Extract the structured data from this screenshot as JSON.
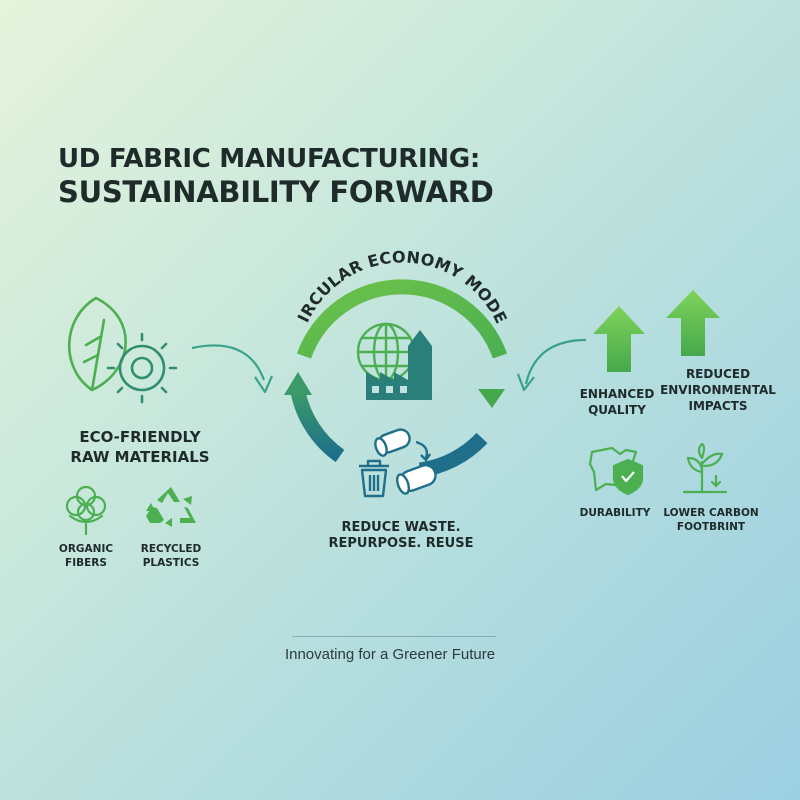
{
  "header": {
    "title_line1": "UD FABRIC MANUFACTURING:",
    "title_line2": "SUSTAINABILITY FORWARD"
  },
  "left": {
    "heading": "ECO-FRIENDLY\nRAW MATERIALS",
    "items": [
      {
        "label": "ORGANIC\nFIBERS",
        "icon": "cotton-icon"
      },
      {
        "label": "RECYCLED\nPLASTICS",
        "icon": "recycle-icon"
      }
    ],
    "icon": "leaf-gear-icon"
  },
  "center": {
    "arc_title": "CIRCULAR ECONOMY MODEL",
    "caption": "REDUCE WASTE.\nREPURPOSE. REUSE",
    "icons": [
      "globe-factory-icon",
      "fabric-roll-icon",
      "trash-bin-icon"
    ]
  },
  "right": {
    "items": [
      {
        "label": "ENHANCED\nQUALITY",
        "icon": "up-arrow-icon"
      },
      {
        "label": "REDUCED\nENVIRONMENTAL\nIMPACTS",
        "icon": "up-arrow-icon"
      },
      {
        "label": "DURABILITY",
        "icon": "shield-fabric-icon"
      },
      {
        "label": "LOWER CARBON\nFOOTBRINT",
        "icon": "sprout-icon"
      }
    ]
  },
  "footer": {
    "tagline": "Innovating for a Greener Future"
  },
  "colors": {
    "green": "#5cb85c",
    "light_green": "#7fcf5e",
    "teal": "#2a8a8a",
    "dark": "#1f2a2a"
  }
}
